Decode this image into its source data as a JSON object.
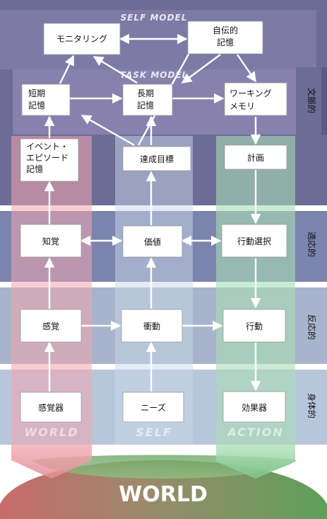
{
  "layers": {
    "self_model": "SELF MODEL",
    "task_model": "TASK MODEL"
  },
  "columns": {
    "world": "WORLD",
    "self": "SELF",
    "action": "ACTION"
  },
  "side_labels": {
    "contextual": "文脈的",
    "adaptive": "適応的",
    "reactive": "反応的",
    "physical": "身体的"
  },
  "nodes": {
    "monitoring": "モニタリング",
    "autobiographical_memory": [
      "自伝的",
      "記憶"
    ],
    "short_term_memory": [
      "短期",
      "記憶"
    ],
    "long_term_memory": [
      "長期",
      "記憶"
    ],
    "working_memory": [
      "ワーキング",
      "メモリ"
    ],
    "event_episode_memory": [
      "イベント・",
      "エピソード",
      "記憶"
    ],
    "goal": "達成目標",
    "plan": "計画",
    "perception": "知覚",
    "value": "価値",
    "action_selection": "行動選択",
    "sensation": "感覚",
    "impulse": "衝動",
    "behavior": "行動",
    "sensor": "感覚器",
    "needs": "ニーズ",
    "effector": "効果器"
  },
  "world_label": "WORLD",
  "colors": {
    "band_dark": "#6b6d97",
    "band_light": "#a9b6cc",
    "world_column": "#e8a0a8",
    "self_column": "#b9cbe0",
    "action_column": "#a7d8b4",
    "world_green": "#5e9e58",
    "world_red": "#cc6a6a"
  }
}
